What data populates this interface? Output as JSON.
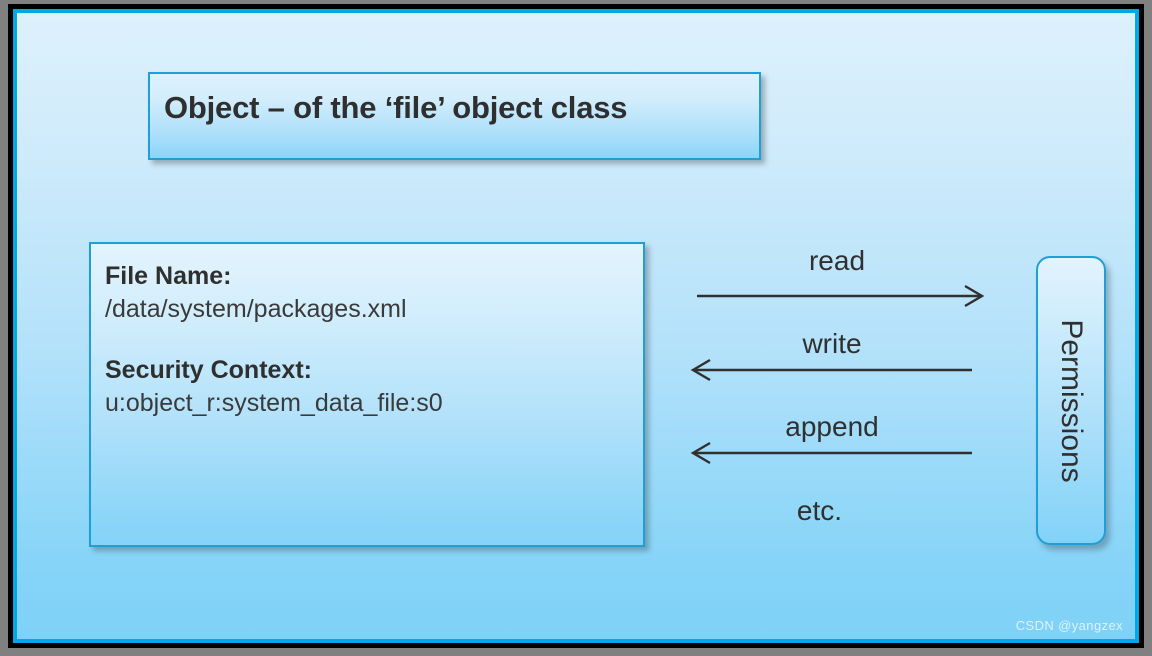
{
  "slide": {
    "title_box": {
      "text": "Object – of the ‘file’ object class"
    },
    "object_box": {
      "file_name_label": "File Name:",
      "file_name_value": "/data/system/packages.xml",
      "security_context_label": "Security Context:",
      "security_context_value": "u:object_r:system_data_file:s0"
    },
    "arrows": [
      {
        "label": "read",
        "direction": "right"
      },
      {
        "label": "write",
        "direction": "left"
      },
      {
        "label": "append",
        "direction": "left"
      }
    ],
    "arrows_footnote": "etc.",
    "permissions_box": {
      "label": "Permissions"
    },
    "watermark": "CSDN @yangzex",
    "colors": {
      "frame_border": "#000000",
      "frame_accent": "#00a8e8",
      "box_border": "#1f9fd4",
      "background_top": "#ddf1fc",
      "background_bottom": "#7fd1f7",
      "text": "#2f2f2f",
      "arrow": "#303030"
    }
  }
}
